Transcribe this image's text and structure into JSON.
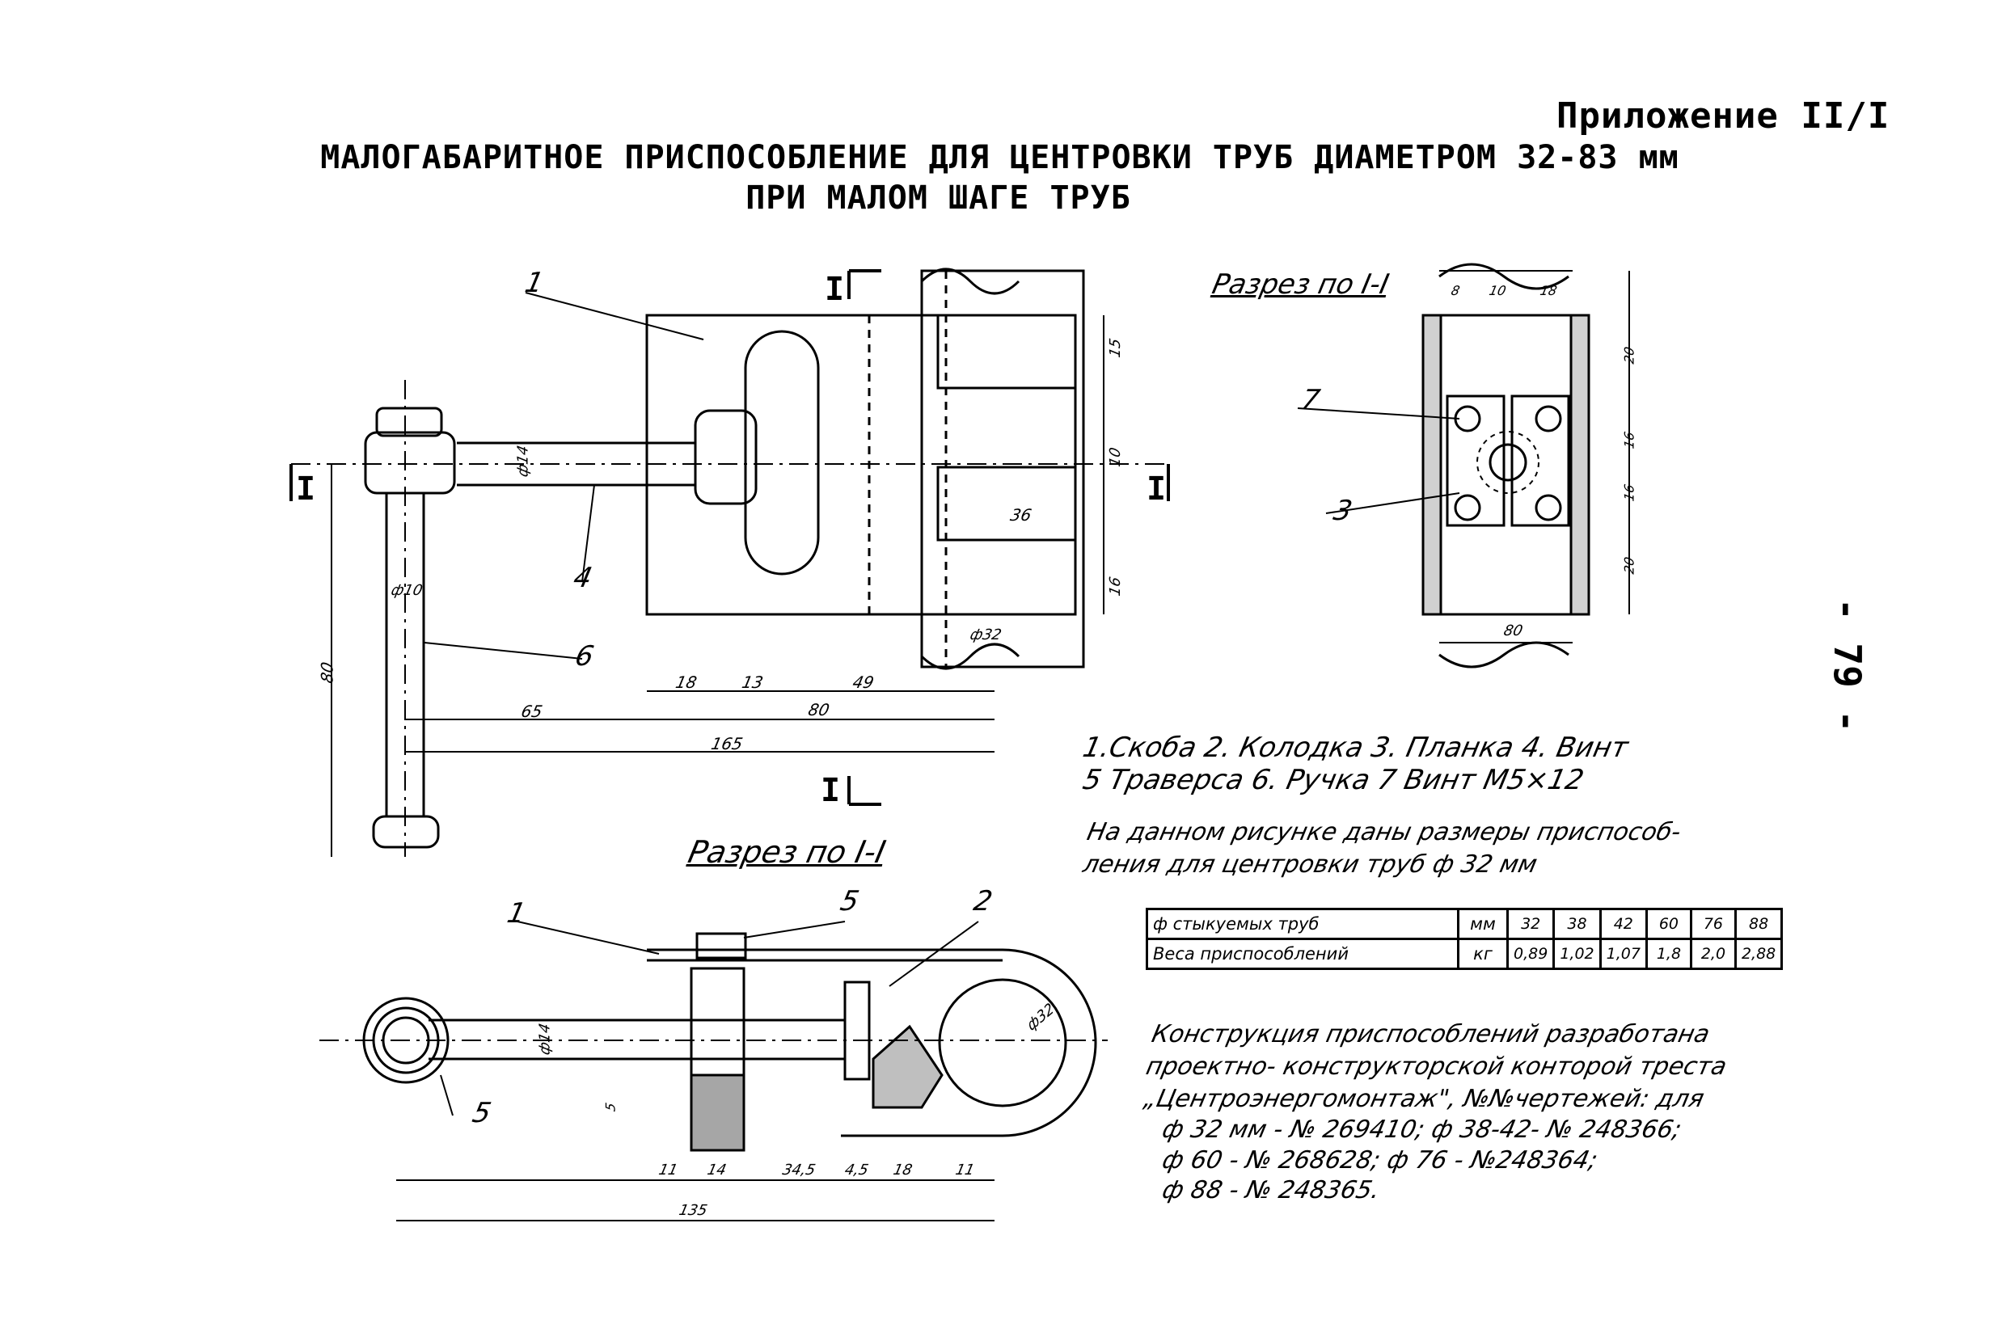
{
  "header": {
    "appendix": "Приложение II/I",
    "title_line1": "МАЛОГАБАРИТНОЕ ПРИСПОСОБЛЕНИЕ ДЛЯ ЦЕНТРОВКИ ТРУБ ДИАМЕТРОМ 32-83 мм",
    "title_line2": "ПРИ МАЛОМ ШАГЕ ТРУБ",
    "page_number": "- 79 -"
  },
  "sections": {
    "section_1_1": "Разрез по I-I",
    "section_1_1_top": "Разрез по I-I",
    "mark_I": "I"
  },
  "parts_legend": {
    "line1": "1.Скоба   2. Колодка   3. Планка   4. Винт",
    "line2": "5 Траверса   6. Ручка   7 Винт М5×12"
  },
  "note_top": {
    "line1": "На данном рисунке даны размеры приспособ-",
    "line2": "ления для центровки труб ф 32 мм"
  },
  "spec_table": {
    "rows": [
      {
        "label": "ф стыкуемых труб",
        "unit": "мм",
        "values": [
          "32",
          "38",
          "42",
          "60",
          "76",
          "88"
        ]
      },
      {
        "label": "Веса приспособлений",
        "unit": "кг",
        "values": [
          "0,89",
          "1,02",
          "1,07",
          "1,8",
          "2,0",
          "2,88"
        ]
      }
    ]
  },
  "note_bottom": {
    "line1": "Конструкция приспособлений разработана",
    "line2": "проектно- конструкторской конторой треста",
    "line3": "„Центроэнергомонтаж\", №№чертежей: для",
    "line4": "ф 32 мм - № 269410;   ф 38-42- № 248366;",
    "line5": "ф 60 -  № 268628;   ф 76 -  №248364;",
    "line6": "ф 88 -  № 248365."
  },
  "callouts": {
    "main_view": [
      "1",
      "4",
      "6"
    ],
    "section_view": [
      "7",
      "3"
    ],
    "bottom_view": [
      "1",
      "5",
      "2",
      "5"
    ]
  },
  "dimensions": {
    "main_view": [
      "ф14",
      "ф10",
      "80",
      "18",
      "13",
      "49",
      "80",
      "65",
      "165",
      "15",
      "10",
      "36",
      "16",
      "ф32"
    ],
    "section_view": [
      "8",
      "10",
      "18",
      "20",
      "16",
      "16",
      "20",
      "80"
    ],
    "bottom_view": [
      "ф14",
      "ф32",
      "11",
      "14",
      "34,5",
      "4,5",
      "18",
      "11",
      "135",
      "5"
    ]
  },
  "colors": {
    "ink": "#000000",
    "paper": "#ffffff"
  }
}
